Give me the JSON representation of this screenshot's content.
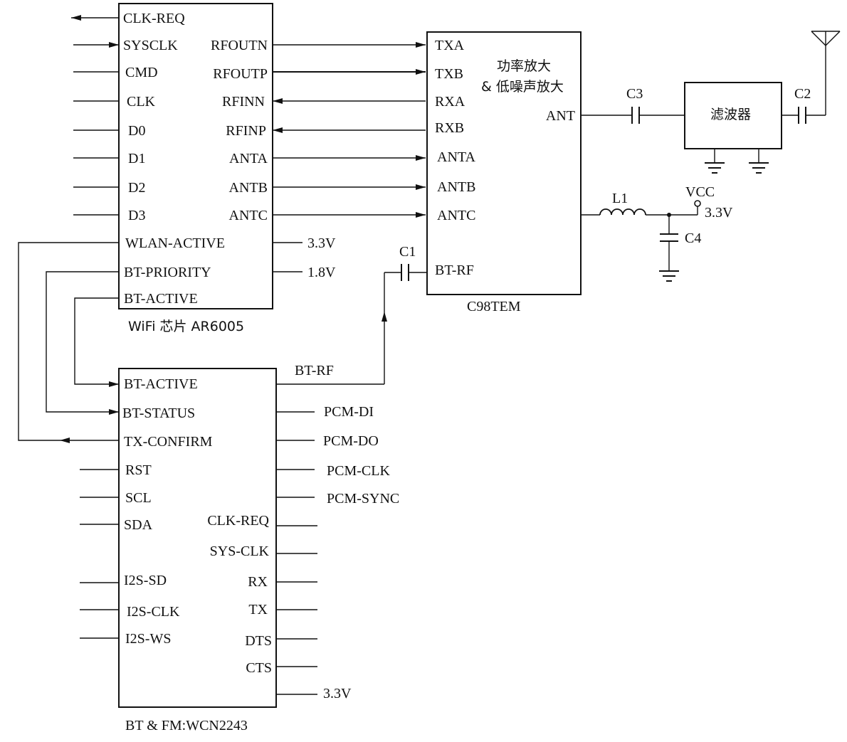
{
  "wifi_chip": {
    "caption": "WiFi 芯片 AR6005",
    "left_pins": [
      "CLK-REQ",
      "SYSCLK",
      "CMD",
      "CLK",
      "D0",
      "D1",
      "D2",
      "D3",
      "WLAN-ACTIVE",
      "BT-PRIORITY",
      "BT-ACTIVE"
    ],
    "right_pins": [
      "RFOUTN",
      "RFOUTP",
      "RFINN",
      "RFINP",
      "ANTA",
      "ANTB",
      "ANTC"
    ],
    "supply_a": "3.3V",
    "supply_b": "1.8V"
  },
  "fem": {
    "caption": "C98TEM",
    "function_line1": "功率放大",
    "function_line2": "& 低噪声放大",
    "left_pins": [
      "TXA",
      "TXB",
      "RXA",
      "RXB",
      "ANTA",
      "ANTB",
      "ANTC",
      "BT-RF"
    ],
    "right_pin": "ANT"
  },
  "filter": {
    "label": "滤波器"
  },
  "passives": {
    "c1": "C1",
    "c2": "C2",
    "c3": "C3",
    "c4": "C4",
    "l1": "L1",
    "vcc": "VCC",
    "vcc_value": "3.3V"
  },
  "bt_chip": {
    "caption": "BT & FM:WCN2243",
    "left_pins": [
      "BT-ACTIVE",
      "BT-STATUS",
      "TX-CONFIRM",
      "RST",
      "SCL",
      "SDA",
      "I2S-SD",
      "I2S-CLK",
      "I2S-WS"
    ],
    "right_inner_pins": [
      "CLK-REQ",
      "SYS-CLK",
      "RX",
      "TX",
      "DTS",
      "CTS"
    ],
    "right_outer_labels": [
      "BT-RF",
      "PCM-DI",
      "PCM-DO",
      "PCM-CLK",
      "PCM-SYNC",
      "3.3V"
    ]
  }
}
